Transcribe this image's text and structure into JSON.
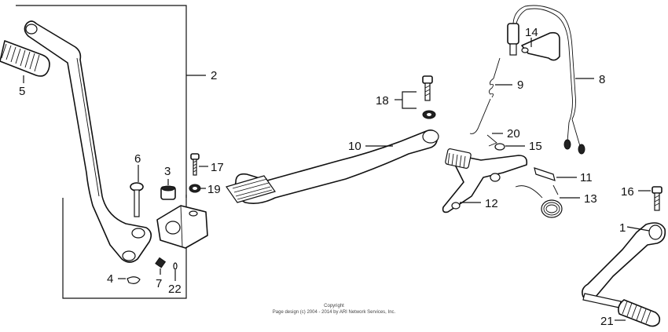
{
  "callouts": [
    {
      "id": "c1",
      "text": "1"
    },
    {
      "id": "c2",
      "text": "2"
    },
    {
      "id": "c3",
      "text": "3"
    },
    {
      "id": "c4",
      "text": "4"
    },
    {
      "id": "c5",
      "text": "5"
    },
    {
      "id": "c6",
      "text": "6"
    },
    {
      "id": "c7",
      "text": "7"
    },
    {
      "id": "c8",
      "text": "8"
    },
    {
      "id": "c9",
      "text": "9"
    },
    {
      "id": "c10",
      "text": "10"
    },
    {
      "id": "c11",
      "text": "11"
    },
    {
      "id": "c12",
      "text": "12"
    },
    {
      "id": "c13",
      "text": "13"
    },
    {
      "id": "c14",
      "text": "14"
    },
    {
      "id": "c15",
      "text": "15"
    },
    {
      "id": "c16",
      "text": "16"
    },
    {
      "id": "c17",
      "text": "17"
    },
    {
      "id": "c18",
      "text": "18"
    },
    {
      "id": "c19",
      "text": "19"
    },
    {
      "id": "c20",
      "text": "20"
    },
    {
      "id": "c21",
      "text": "21"
    },
    {
      "id": "c22",
      "text": "22"
    }
  ],
  "copyright": {
    "line1": "Copyright",
    "line2": "Page design (c) 2004 - 2014 by ARI Network Services, Inc."
  }
}
